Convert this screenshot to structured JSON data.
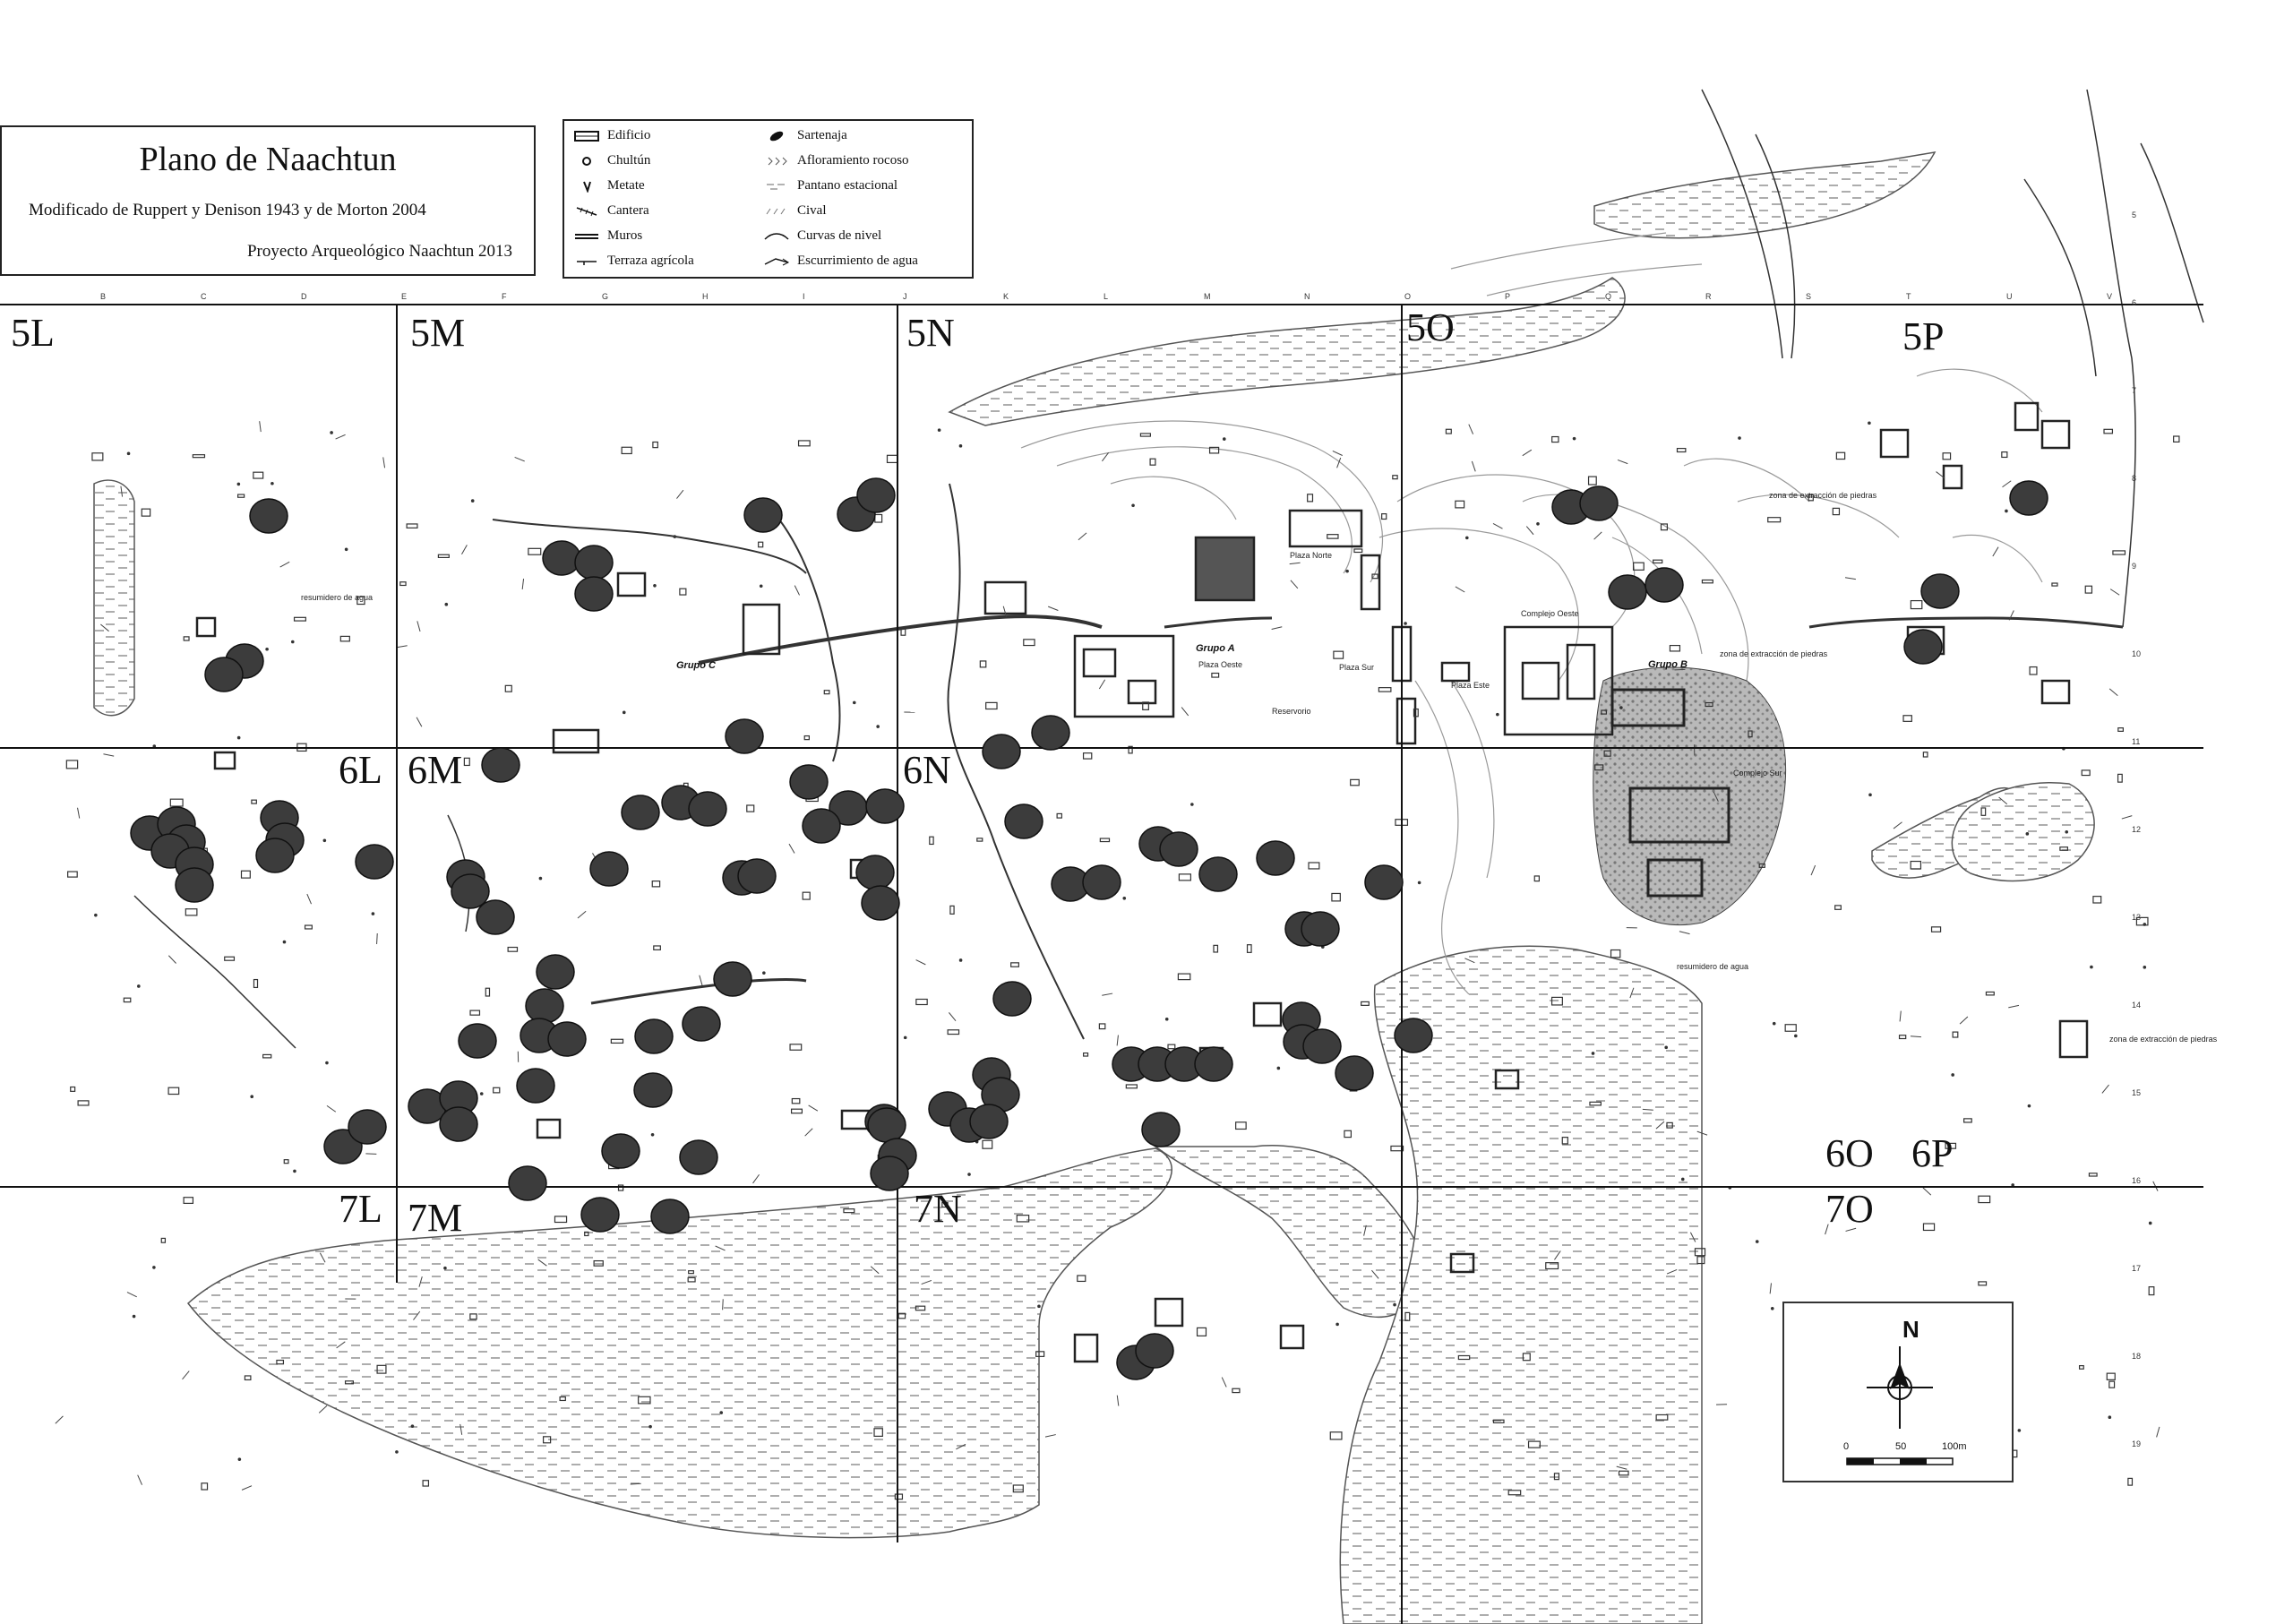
{
  "title": {
    "main": "Plano de Naachtun",
    "sub": "Modificado de Ruppert y Denison 1943 y de Morton 2004",
    "credit": "Proyecto Arqueológico Naachtun 2013"
  },
  "legend": {
    "left": [
      {
        "label": "Edificio",
        "icon": "building-icon"
      },
      {
        "label": "Chultún",
        "icon": "chultun-icon"
      },
      {
        "label": "Metate",
        "icon": "metate-icon"
      },
      {
        "label": "Cantera",
        "icon": "quarry-icon"
      },
      {
        "label": "Muros",
        "icon": "wall-icon"
      },
      {
        "label": "Terraza agrícola",
        "icon": "terrace-icon"
      }
    ],
    "right": [
      {
        "label": "Sartenaja",
        "icon": "sartenaja-icon"
      },
      {
        "label": "Afloramiento rocoso",
        "icon": "outcrop-icon"
      },
      {
        "label": "Pantano estacional",
        "icon": "swamp-icon"
      },
      {
        "label": "Cival",
        "icon": "cival-icon"
      },
      {
        "label": "Curvas de nivel",
        "icon": "contour-icon"
      },
      {
        "label": "Escurrimiento de agua",
        "icon": "runoff-icon"
      }
    ]
  },
  "grid_squares": [
    "5L",
    "5M",
    "5N",
    "5O",
    "5P",
    "6L",
    "6M",
    "6N",
    "6O",
    "6P",
    "7L",
    "7M",
    "7N",
    "7O"
  ],
  "column_letters": [
    "B",
    "C",
    "D",
    "E",
    "F",
    "G",
    "H",
    "I",
    "J",
    "K",
    "L",
    "M",
    "N",
    "O",
    "P",
    "Q",
    "R",
    "S",
    "T",
    "U",
    "V"
  ],
  "row_numbers": [
    "5",
    "6",
    "7",
    "8",
    "9",
    "10",
    "11",
    "12",
    "13",
    "14",
    "15",
    "16",
    "17",
    "18",
    "19"
  ],
  "place_labels": {
    "grupo_a": "Grupo A",
    "grupo_b": "Grupo B",
    "grupo_c": "Grupo C",
    "plaza_norte": "Plaza Norte",
    "plaza_oeste": "Plaza Oeste",
    "plaza_sur": "Plaza Sur",
    "plaza_este": "Plaza Este",
    "reservorio": "Reservorio",
    "complejo_oeste": "Complejo Oeste",
    "complejo_sur": "Complejo Sur",
    "zona_extraccion": "zona de extracción de piedras",
    "resumidero": "resumidero de agua"
  },
  "compass": {
    "north": "N",
    "scale": [
      "0",
      "50",
      "100m"
    ]
  },
  "marker_count": 106
}
